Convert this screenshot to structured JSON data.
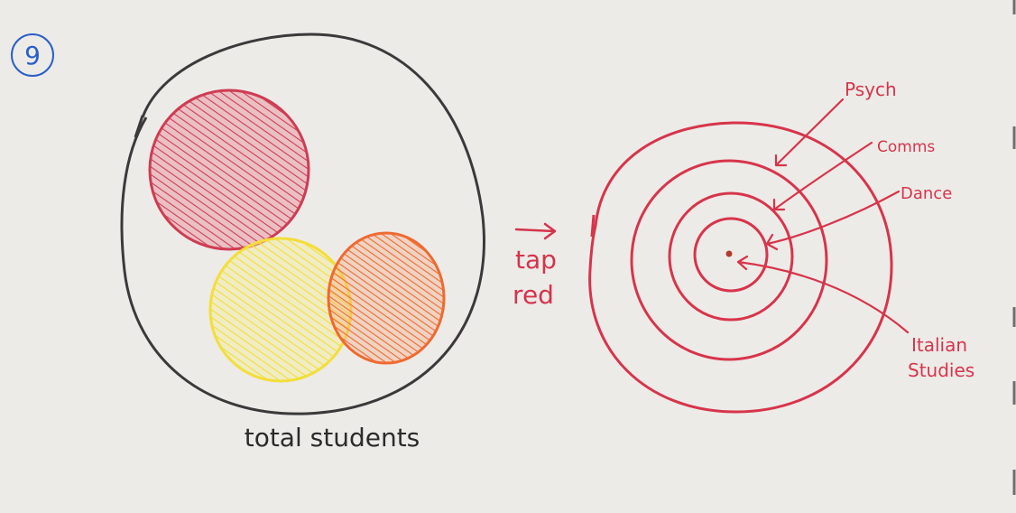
{
  "page_number": "9",
  "left_diagram": {
    "label": "total students",
    "colors": {
      "outline": "#3a3a3a",
      "red": "#cf3c52",
      "yellow": "#f3de3a",
      "orange": "#ef6a30"
    }
  },
  "arrow_caption": {
    "line1": "tap",
    "line2": "red",
    "color": "#d5334a"
  },
  "right_diagram": {
    "color": "#d8344a",
    "labels": {
      "psych": "Psych",
      "comms": "Comms",
      "dance": "Dance",
      "italian_line1": "Italian",
      "italian_line2": "Studies"
    }
  },
  "colors": {
    "page_number": "#2a5fc9",
    "paper": "#ecebe8"
  }
}
